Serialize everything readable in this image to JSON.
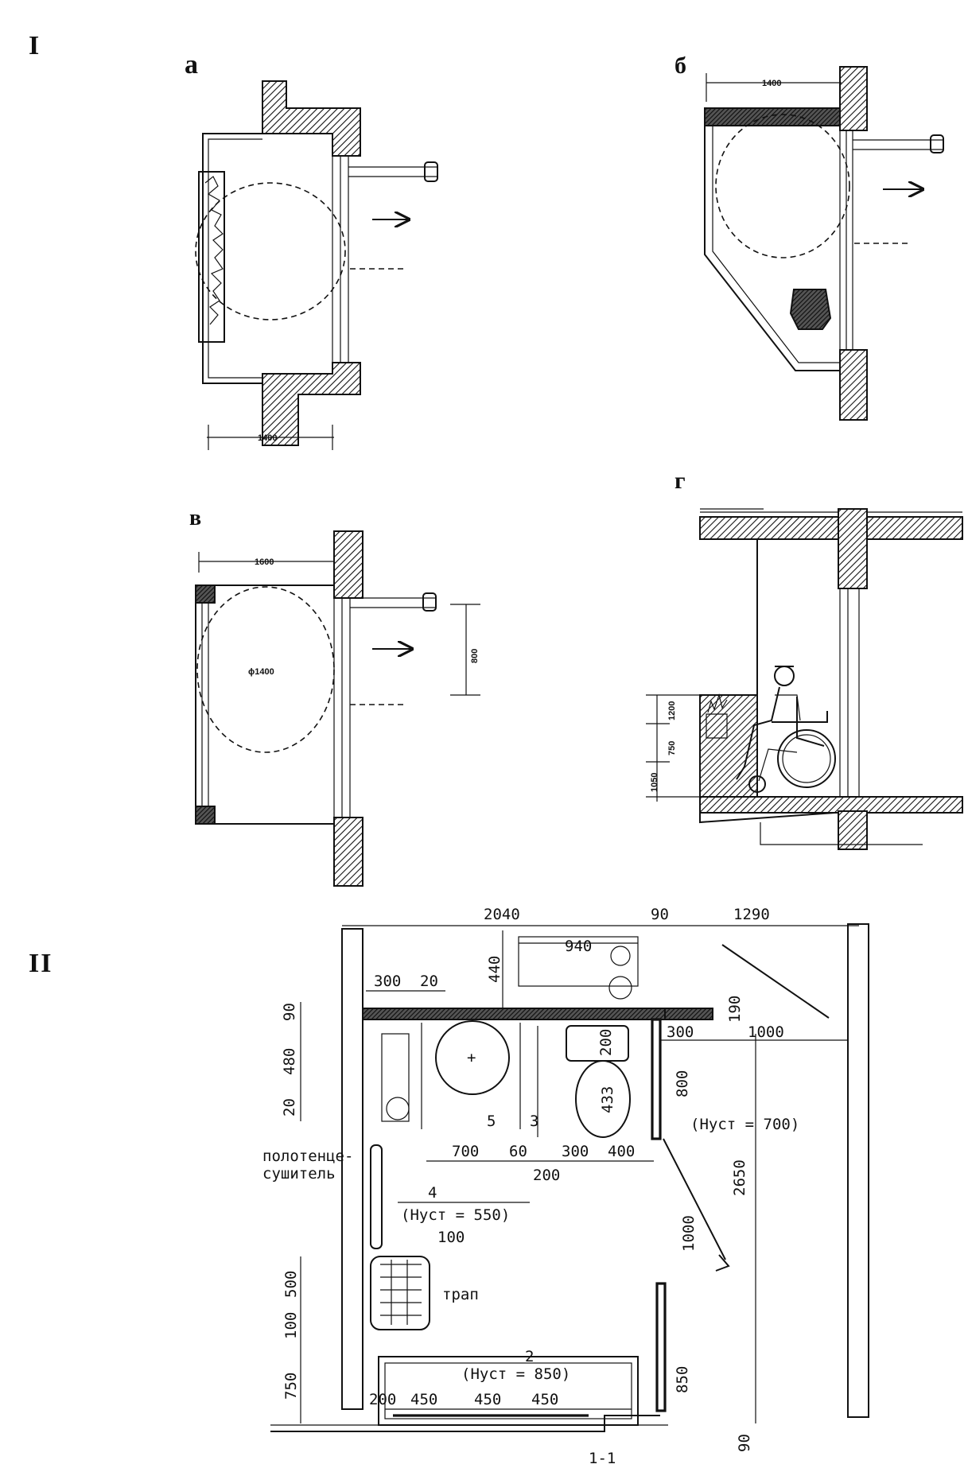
{
  "sections": {
    "s1": "I",
    "s2": "II"
  },
  "variants": {
    "a": "а",
    "b": "б",
    "v": "в",
    "g": "г"
  },
  "dims_I": {
    "a_width": "1400",
    "b_width": "1400",
    "v_width": "1600",
    "v_circle": "ϕ1400",
    "v_door": "800",
    "g_h1": "1200",
    "g_h2": "750",
    "g_h3": "1050"
  },
  "dims_II": {
    "top_left": "2040",
    "top_mid": "90",
    "top_right": "1290",
    "d940": "940",
    "d440": "440",
    "d300_20": "300",
    "d20b": "20",
    "left_90": "90",
    "left_480": "480",
    "left_20": "20",
    "d200": "200",
    "d433": "433",
    "d800": "800",
    "d300b": "300",
    "d1000a": "1000",
    "d190": "190",
    "h_wc": "(Нуст = 700)",
    "d700": "700",
    "d60": "60",
    "d300c": "300",
    "d400": "400",
    "d200b": "200",
    "d2650": "2650",
    "d1000b": "1000",
    "left_500": "500",
    "left_100": "100",
    "left_750": "750",
    "d850": "850",
    "d90b": "90",
    "d200c": "200",
    "d450a": "450",
    "d450b": "450",
    "d450c": "450"
  },
  "labels_II": {
    "n5": "5",
    "n3": "3",
    "n4": "4",
    "n2": "2",
    "n100": "100",
    "towel_1": "полотенце-",
    "towel_2": "сушитель",
    "h550": "(Нуст = 550)",
    "h850": "(Нуст = 850)",
    "drain": "трап",
    "cut": "1-1"
  }
}
